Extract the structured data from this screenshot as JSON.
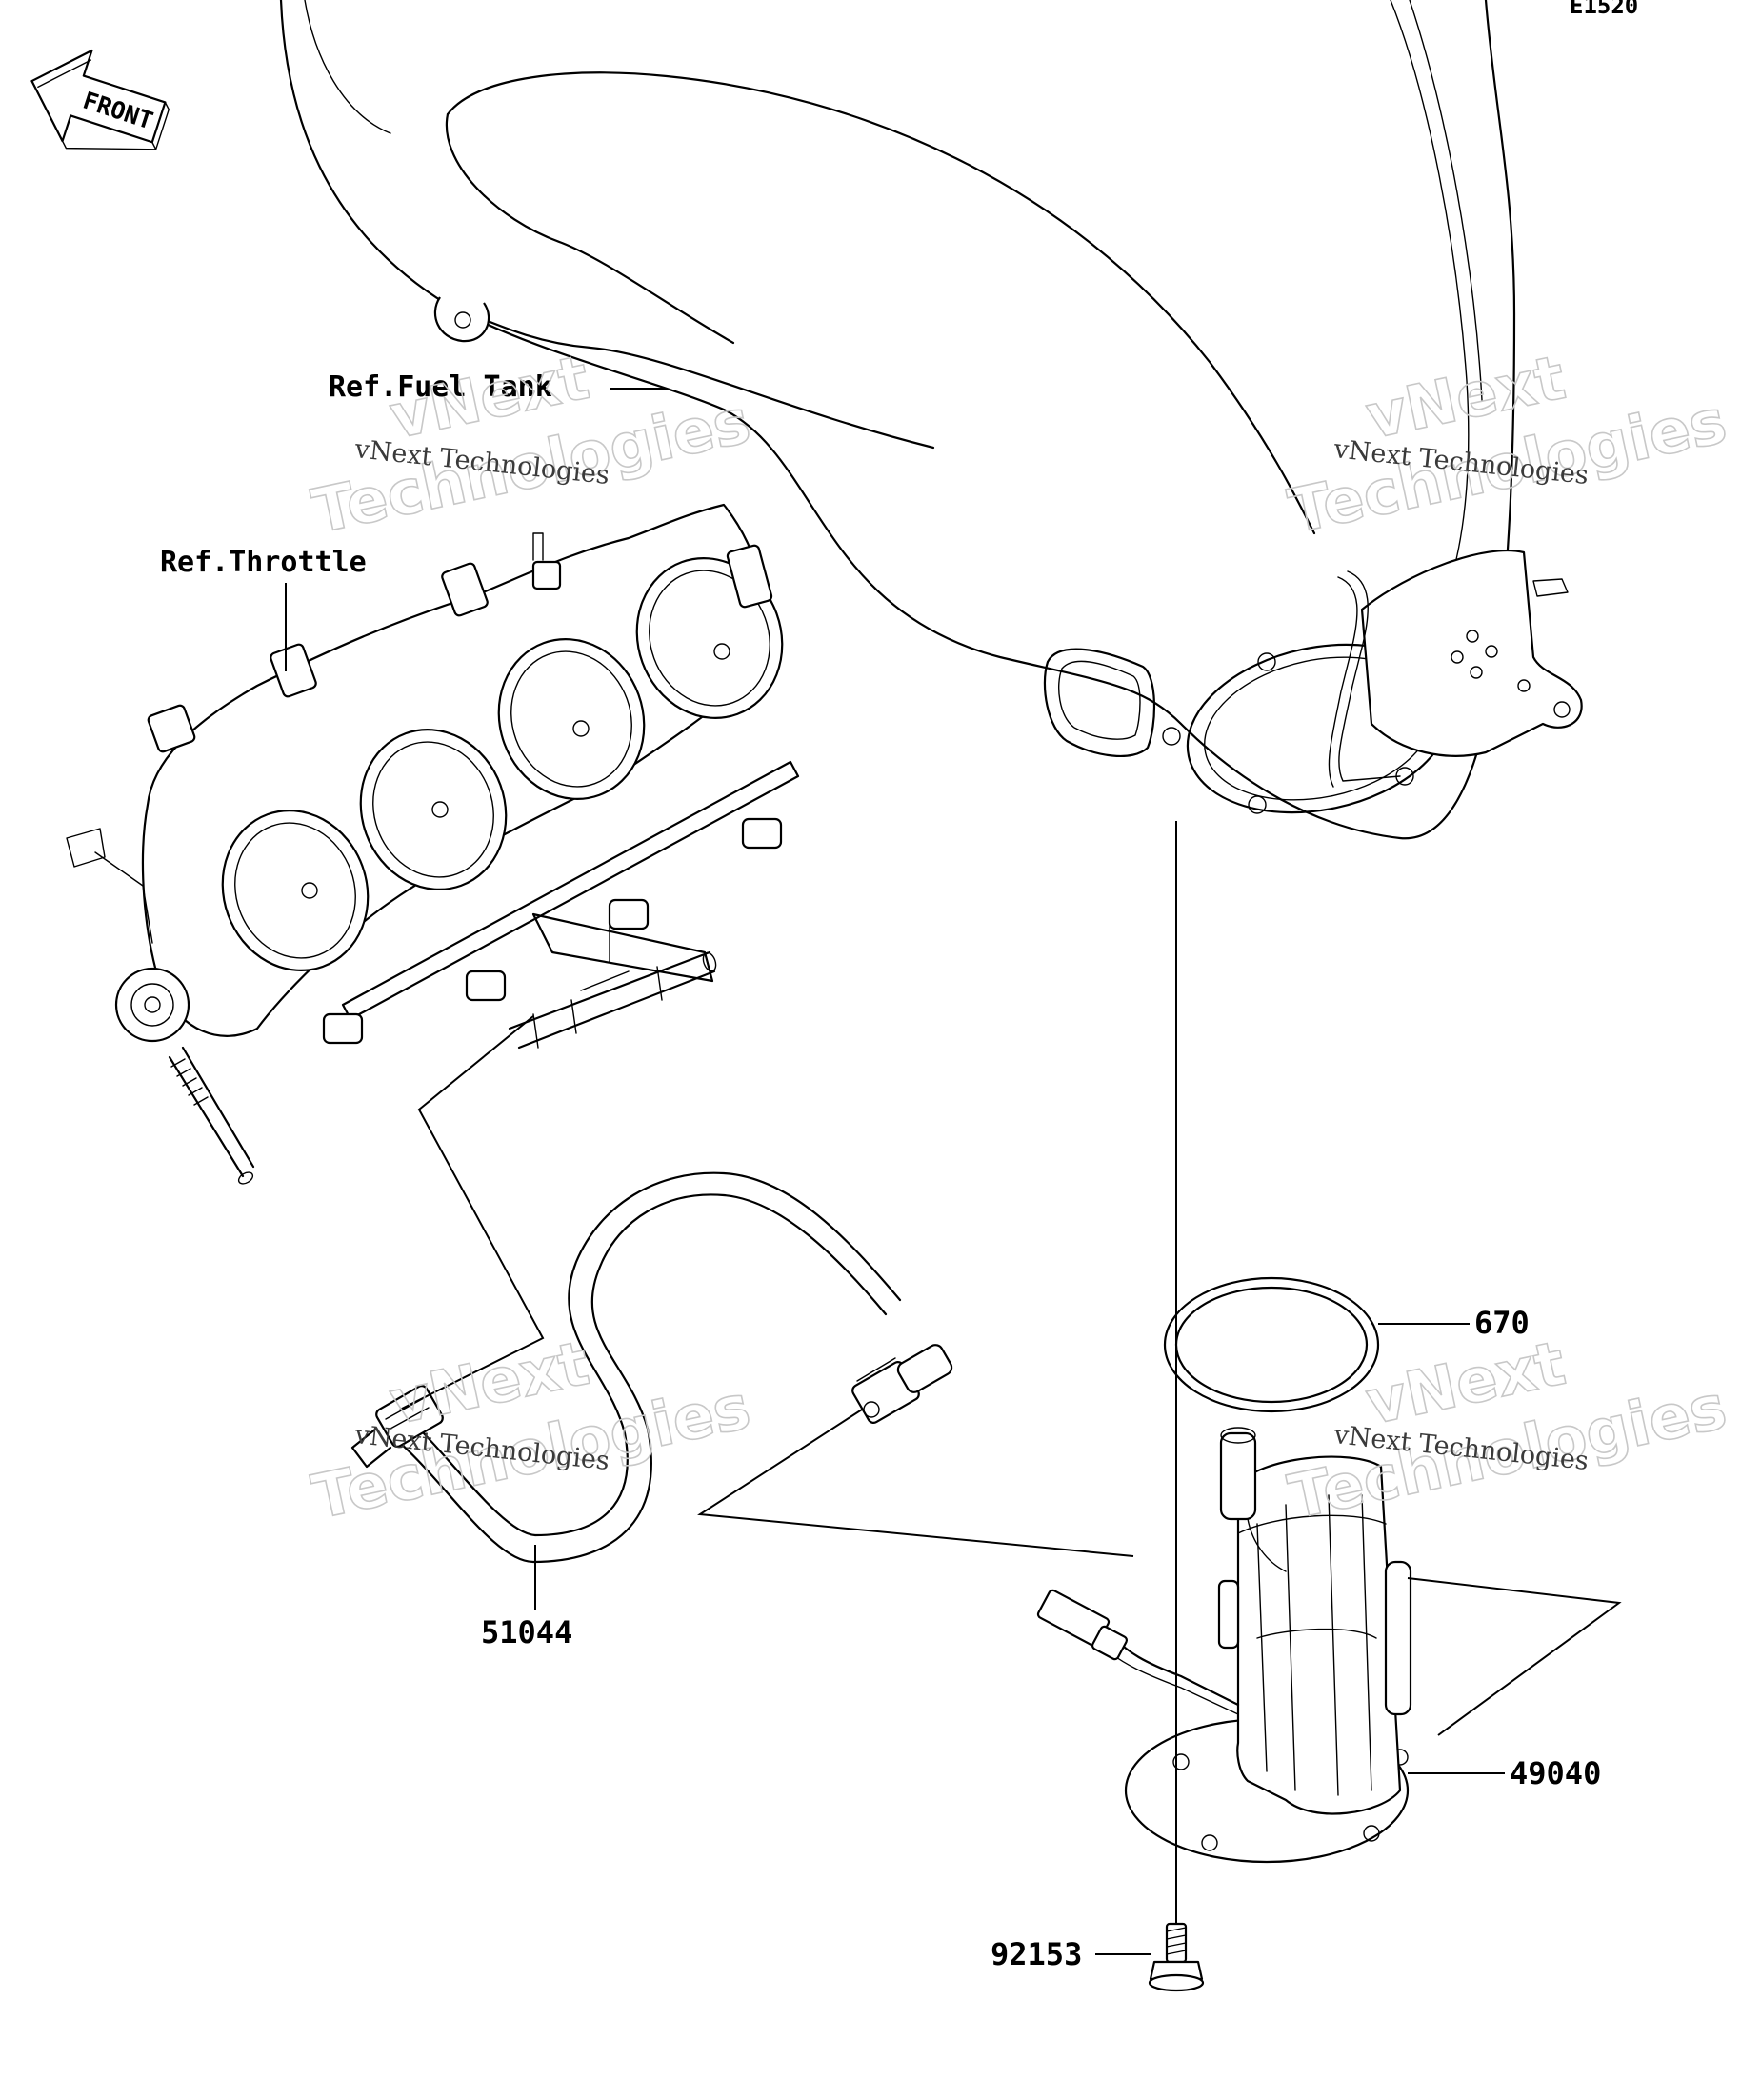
{
  "diagram_code": "E1520",
  "front_arrow": {
    "label": "FRONT"
  },
  "references": {
    "fuel_tank": "Ref.Fuel Tank",
    "throttle": "Ref.Throttle"
  },
  "parts": [
    {
      "number": "670",
      "part": "o-ring"
    },
    {
      "number": "51044",
      "part": "fuel-hose"
    },
    {
      "number": "49040",
      "part": "fuel-pump"
    },
    {
      "number": "92153",
      "part": "bolt"
    }
  ],
  "watermark": {
    "brand_big_1": "vNext",
    "brand_big_2": "Technologies",
    "brand_small": "vNext Technologies"
  }
}
